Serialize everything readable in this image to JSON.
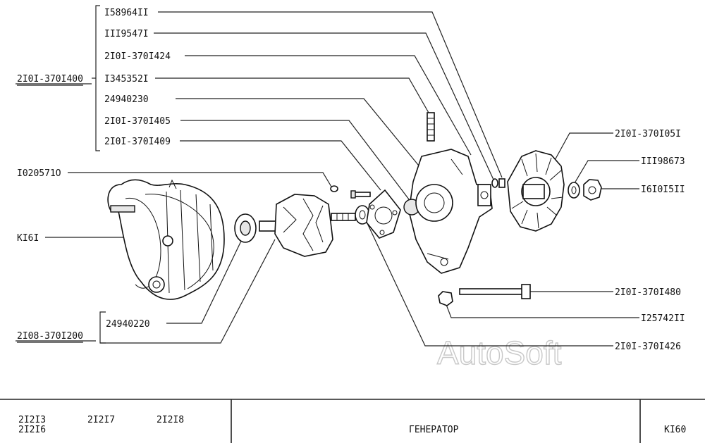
{
  "callouts": {
    "c1": "I58964II",
    "c2": "III9547I",
    "c3": "2I0I-370I424",
    "c4": "I345352I",
    "c5": "24940230",
    "c6": "2I0I-370I405",
    "c7": "2I0I-370I409",
    "c8": "I020571O",
    "c9": "KI6I",
    "c10": "24940220",
    "c11": "2I0I-370I05I",
    "c12": "III98673",
    "c13": "I6I0I5II",
    "c14": "2I0I-370I480",
    "c15": "I25742II",
    "c16": "2I0I-370I426"
  },
  "assemblies": {
    "a1": "2I0I-370I400",
    "a2": "2I08-370I200"
  },
  "watermark": "AutoSoft",
  "footer": {
    "models_row1": [
      "2I2I3",
      "2I2I7",
      "2I2I8"
    ],
    "models_row2": "2I2I6",
    "title": "ГЕНЕРАТОР",
    "code": "KI60"
  }
}
